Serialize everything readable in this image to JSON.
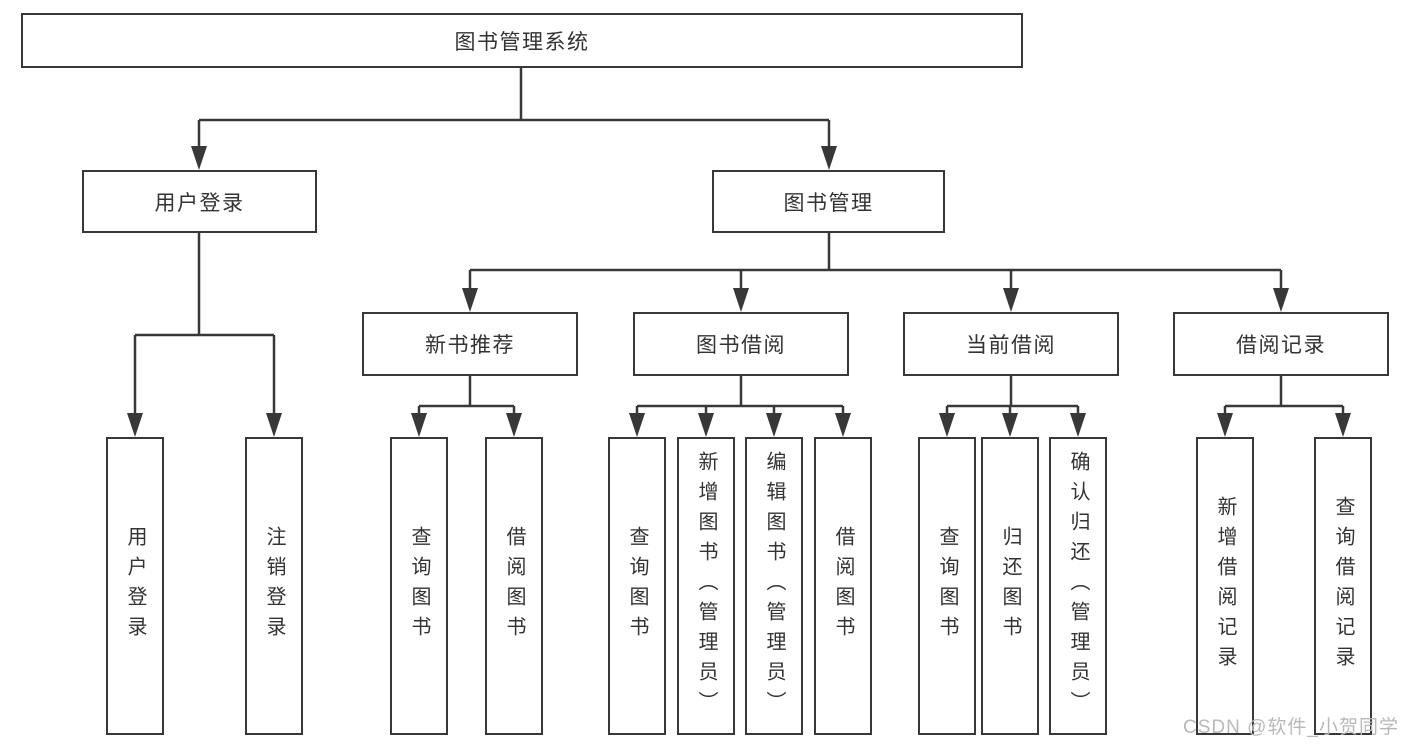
{
  "diagram": {
    "root": {
      "label": "图书管理系统"
    },
    "level2": [
      {
        "label": "用户登录"
      },
      {
        "label": "图书管理"
      }
    ],
    "user_login_children": [
      {
        "label": "用户登录"
      },
      {
        "label": "注销登录"
      }
    ],
    "book_mgmt_children": [
      {
        "label": "新书推荐"
      },
      {
        "label": "图书借阅"
      },
      {
        "label": "当前借阅"
      },
      {
        "label": "借阅记录"
      }
    ],
    "new_book_children": [
      {
        "label": "查询图书"
      },
      {
        "label": "借阅图书"
      }
    ],
    "borrow_children": [
      {
        "label": "查询图书"
      },
      {
        "label": "新增图书（管理员）"
      },
      {
        "label": "编辑图书（管理员）"
      },
      {
        "label": "借阅图书"
      }
    ],
    "current_children": [
      {
        "label": "查询图书"
      },
      {
        "label": "归还图书"
      },
      {
        "label": "确认归还（管理员）"
      }
    ],
    "record_children": [
      {
        "label": "新增借阅记录"
      },
      {
        "label": "查询借阅记录"
      }
    ]
  },
  "watermark": {
    "text": "CSDN @软件_小贺同学"
  },
  "colors": {
    "line": "#383838",
    "box_border": "#383838",
    "text": "#333333",
    "watermark": "#b9b9b9",
    "background": "#ffffff"
  }
}
